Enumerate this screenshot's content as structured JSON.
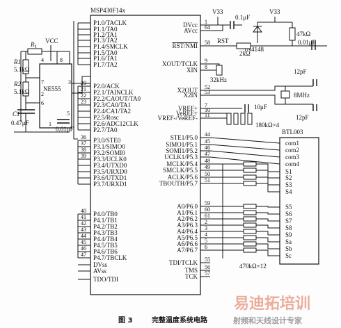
{
  "mcu": {
    "name": "MSP430F14x",
    "left_pins": [
      {
        "label": "P1.0/TACLK"
      },
      {
        "label": "P1.1/TA0"
      },
      {
        "label": "P1.2/TA1"
      },
      {
        "label": "P1.3/TA2"
      },
      {
        "label": "P1.4/SMCLK"
      },
      {
        "label": "P1.5/TA0"
      },
      {
        "label": "P1.6/TA1"
      },
      {
        "label": "P1.7/TA2"
      },
      {
        "label": "P2.0/ACK"
      },
      {
        "label": "P2.1/TAINCLK"
      },
      {
        "label": "P2.2/CAOUT/TA0"
      },
      {
        "label": "P2.3/CA0/TA1"
      },
      {
        "label": "P2.4/CA1/TA2"
      },
      {
        "label": "P2.5/Rosc"
      },
      {
        "label": "P2.6/ADC12CLK"
      },
      {
        "label": "P2.7/TA0"
      },
      {
        "label": "P3.0/STE0"
      },
      {
        "label": "P3.1/SIMO0"
      },
      {
        "label": "P3.2/SOMI0"
      },
      {
        "label": "P3.3/UCLK0"
      },
      {
        "label": "P3.4/UTXD0"
      },
      {
        "label": "P3.5/URXD0"
      },
      {
        "label": "P3.6/UTXD1"
      },
      {
        "label": "P3.7/URXD1"
      },
      {
        "label": "P4.0/TB0"
      },
      {
        "label": "P4.1/TB1"
      },
      {
        "label": "P4.2/TB2"
      },
      {
        "label": "P4.3/TB3"
      },
      {
        "label": "P4.4/TB4"
      },
      {
        "label": "P4.5/TB5"
      },
      {
        "label": "P4.6/TB6"
      },
      {
        "label": "P4.7/TBCLK"
      },
      {
        "label": "DVss"
      },
      {
        "label": "AVss"
      },
      {
        "label": "TDO/TDI"
      }
    ],
    "left_pin_numbers": [
      "20",
      "21",
      "22",
      "23",
      "36",
      "37",
      "38",
      "39",
      "40",
      "41",
      "42",
      "43",
      "44",
      "45",
      "46",
      "47"
    ],
    "right_pins": [
      {
        "label": "DVcc",
        "num": "1"
      },
      {
        "label": "AVcc",
        "num": "64"
      },
      {
        "label": "RST/NMI",
        "num": "58"
      },
      {
        "label": "XOUT/TCLK",
        "num": "9"
      },
      {
        "label": "XIN",
        "num": "8"
      },
      {
        "label": "X2OUT",
        "num": "52"
      },
      {
        "label": "X2IN",
        "num": "53"
      },
      {
        "label": "VREF+",
        "num": "7"
      },
      {
        "label": "VeREF+",
        "num": "10"
      },
      {
        "label": "VREF-/VeREF-",
        "num": "11"
      },
      {
        "label": "STE1/P5.0",
        "num": "44"
      },
      {
        "label": "SIMO1/P5.1",
        "num": "45"
      },
      {
        "label": "SOMI1/P5.2",
        "num": "46"
      },
      {
        "label": "UCLK1/P5.3",
        "num": "47"
      },
      {
        "label": "MCLK/P5.4",
        "num": "48"
      },
      {
        "label": "SMCLK/P5.5",
        "num": "49"
      },
      {
        "label": "ACLK/P5.6",
        "num": "50"
      },
      {
        "label": "TBOUTH/P5.7",
        "num": "51"
      },
      {
        "label": "A0/P6.0",
        "num": "59"
      },
      {
        "label": "A1/P6.1",
        "num": "60"
      },
      {
        "label": "A2/P6.2",
        "num": "61"
      },
      {
        "label": "A3/P6.3",
        "num": "2"
      },
      {
        "label": "A4/P6.4",
        "num": "3"
      },
      {
        "label": "A5/P6.5",
        "num": "4"
      },
      {
        "label": "A6/P6.6",
        "num": "5"
      },
      {
        "label": "A7/P6.7",
        "num": "6"
      },
      {
        "label": "TDI/TCLK",
        "num": "55"
      },
      {
        "label": "TMS",
        "num": "56"
      },
      {
        "label": "TCK",
        "num": "57"
      }
    ]
  },
  "ne555": {
    "name": "NE555",
    "pin_labels": [
      "4",
      "8",
      "7",
      "2",
      "6",
      "1",
      "5",
      "3"
    ]
  },
  "timer_parts": {
    "vcc": "VCC",
    "r": "R",
    "r_sub": "t",
    "r1": "R1",
    "r1_value": "5.1kΩ",
    "r2": "R2",
    "r2_value": "5.1kΩ",
    "c1": "C1",
    "c1_value": "0.47μF",
    "c_bypass": "0.01μF"
  },
  "power": {
    "v33_a": "V33",
    "v33_b": "V33",
    "cap_dvcc": "0.1μF",
    "rst_label": "RST",
    "r_rst": "2kΩ",
    "diode": "1N4148",
    "r_pullup": "47kΩ",
    "cap_rst": "0.01μF"
  },
  "crystals": {
    "x1": "32kHz",
    "x2": "8MHz",
    "c_x2a": "12pF",
    "c_x2b": "12pF"
  },
  "vref": {
    "cap": "10μF",
    "rnet": "180kΩ×4"
  },
  "btl": {
    "name": "BTL003",
    "pins": [
      "com1",
      "com2",
      "com3",
      "com4",
      "S1",
      "S2",
      "S3",
      "S4",
      "S5",
      "S6",
      "S7",
      "S8",
      "S9",
      "Sa",
      "Sb",
      "Sc"
    ],
    "rnet": "470kΩ×12"
  },
  "caption": {
    "fig": "图 3",
    "text": "完整温度系统电路"
  },
  "watermark": {
    "main": "易迪拓培训",
    "sub": "射频和天线设计专家"
  }
}
